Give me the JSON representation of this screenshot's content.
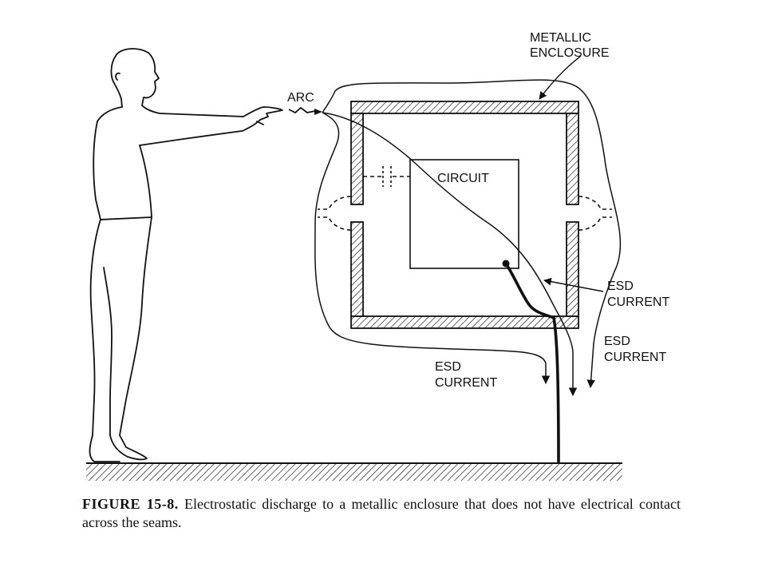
{
  "labels": {
    "metallic_enclosure": [
      "METALLIC",
      "ENCLOSURE"
    ],
    "arc": "ARC",
    "circuit": "CIRCUIT",
    "esd_current_right_upper": [
      "ESD",
      "CURRENT"
    ],
    "esd_current_right_lower": [
      "ESD",
      "CURRENT"
    ],
    "esd_current_bottom": [
      "ESD",
      "CURRENT"
    ]
  },
  "caption": {
    "figure_number": "FIGURE 15-8.",
    "text": "Electrostatic discharge to a metallic enclosure that does not have electrical contact across the seams."
  },
  "colors": {
    "ink": "#111111",
    "background": "#ffffff"
  }
}
